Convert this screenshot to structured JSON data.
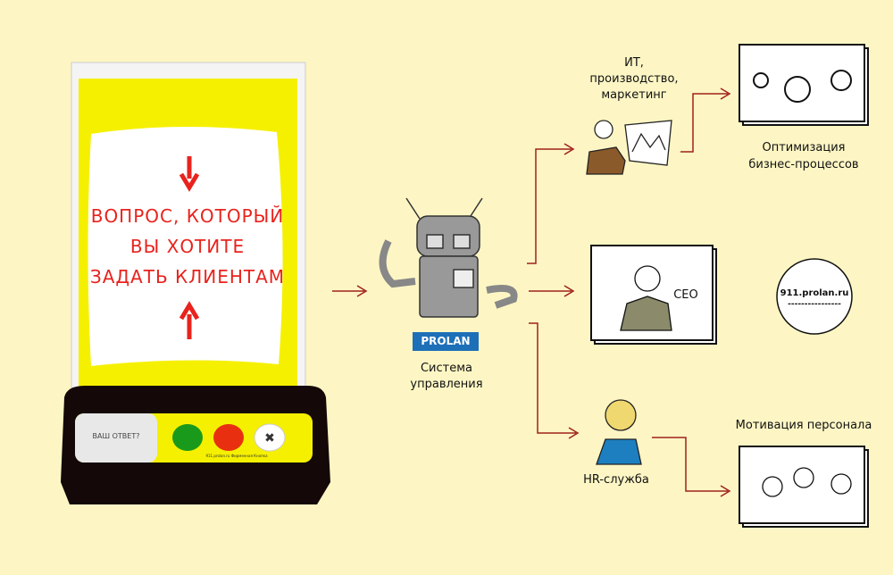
{
  "stand": {
    "question_lines": [
      "ВОПРОС, КОТОРЫЙ",
      "ВЫ ХОТИТЕ",
      "ЗАДАТЬ КЛИЕНТАМ"
    ],
    "panel_label": "ВАШ ОТВЕТ?",
    "panel_footer": "911.prolan.ru  Фирменная Кнопка"
  },
  "system": {
    "logo": "PRОLAN",
    "label_lines": [
      "Система",
      "управления"
    ]
  },
  "it": {
    "label_lines": [
      "ИТ,",
      "производство,",
      "маркетинг"
    ]
  },
  "optimization": {
    "label_lines": [
      "Оптимизация",
      "бизнес-процессов"
    ]
  },
  "ceo": {
    "label": "CEO"
  },
  "site": {
    "url": "911.prolan.ru",
    "dashes": "----------------"
  },
  "hr": {
    "label": "HR-служба"
  },
  "motivation": {
    "label": "Мотивация персонала"
  },
  "colors": {
    "background": "#fdf6c4",
    "arrow": "#a0201c",
    "yellow": "#f5f000",
    "red_text": "#e8231d",
    "logo_blue": "#1d6fb8"
  }
}
